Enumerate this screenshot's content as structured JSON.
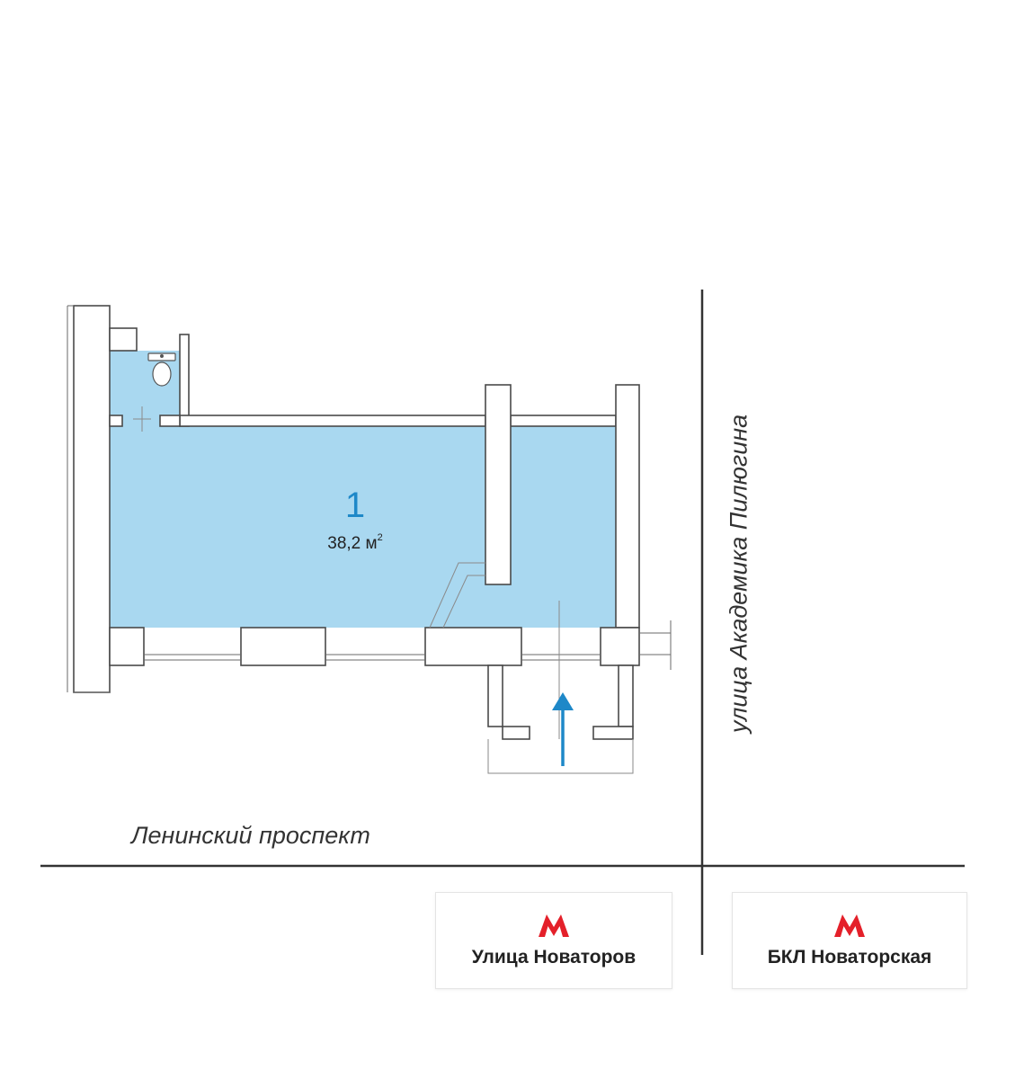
{
  "room": {
    "number": "1",
    "area": "38,2 м",
    "area_unit_sup": "2"
  },
  "streets": {
    "horizontal": "Ленинский проспект",
    "vertical": "улица Академика Пилюгина"
  },
  "metro": [
    {
      "name": "Улица Новаторов",
      "icon": "metro-m-icon"
    },
    {
      "name": "БКЛ Новаторская",
      "icon": "metro-m-icon"
    }
  ],
  "colors": {
    "room_fill": "#a9d8f0",
    "wall_stroke": "#4a4a4a",
    "street_line": "#333333",
    "entrance_arrow": "#1e88c8",
    "metro_red": "#e4202a"
  }
}
